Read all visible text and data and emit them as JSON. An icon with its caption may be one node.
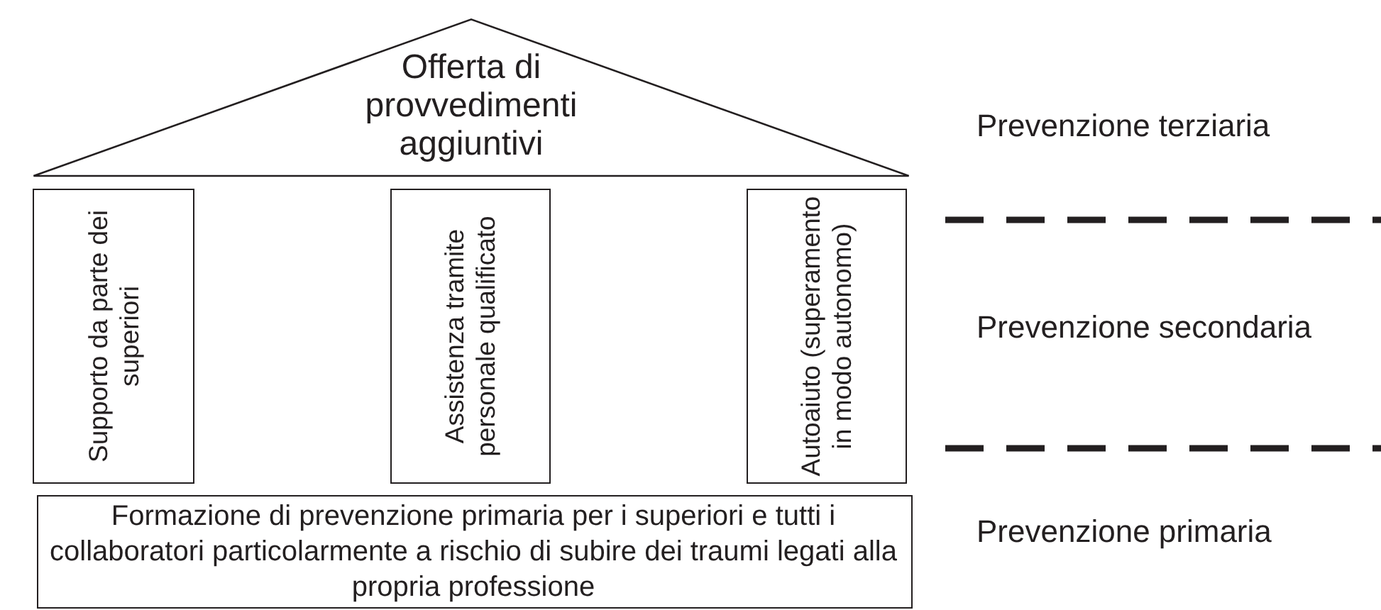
{
  "diagram": {
    "nodes": [
      {
        "text": [
          "Offerta di provvedimenti aggiuntivi"
        ]
      },
      {
        "text": [
          "Supporto da parte dei superiori"
        ]
      },
      {
        "text": [
          "Assistenza tramite personale qualificato"
        ]
      },
      {
        "text": [
          "Autoaiuto (superamento in modo autonomo)"
        ]
      },
      {
        "text": [
          "Formazione di prevenzione primaria per i superiori e tutti i collaboratori particolarmente a rischio di subire dei traumi legati alla propria professione"
        ]
      }
    ],
    "labels": [
      "Prevenzione terziaria",
      "Prevenzione secondaria",
      "Prevenzione primaria"
    ]
  }
}
